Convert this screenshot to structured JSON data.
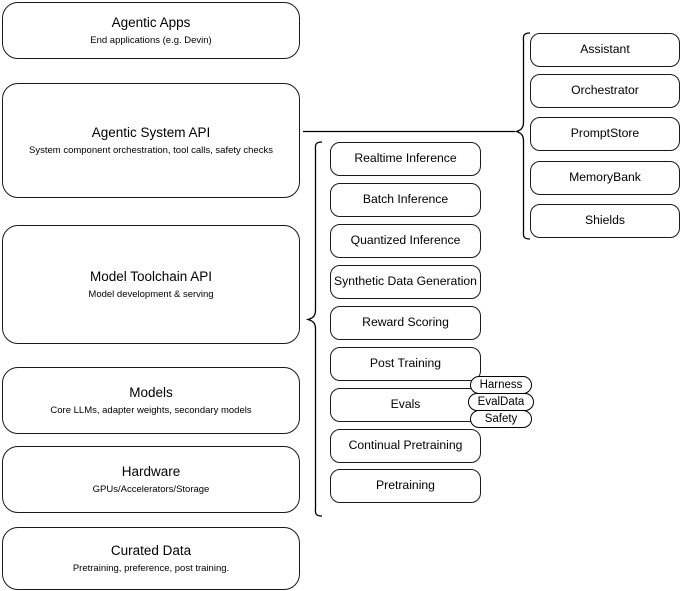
{
  "diagram": {
    "title": "Agentic stack layer diagram",
    "stroke_color": "#000000",
    "fill_color": "#ffffff"
  },
  "layers": [
    {
      "title": "Agentic Apps",
      "subtitle": "End applications (e.g. Devin)"
    },
    {
      "title": "Agentic System API",
      "subtitle": "System component orchestration, tool calls, safety checks"
    },
    {
      "title": "Model Toolchain API",
      "subtitle": "Model development & serving"
    },
    {
      "title": "Models",
      "subtitle": "Core LLMs, adapter weights, secondary models"
    },
    {
      "title": "Hardware",
      "subtitle": "GPUs/Accelerators/Storage"
    },
    {
      "title": "Curated Data",
      "subtitle": "Pretraining, preference, post training."
    }
  ],
  "toolchain_items": [
    {
      "label": "Realtime Inference"
    },
    {
      "label": "Batch Inference"
    },
    {
      "label": "Quantized Inference"
    },
    {
      "label": "Synthetic Data Generation"
    },
    {
      "label": "Reward Scoring"
    },
    {
      "label": "Post Training"
    },
    {
      "label": "Evals"
    },
    {
      "label": "Continual Pretraining"
    },
    {
      "label": "Pretraining"
    }
  ],
  "evals_badges": [
    {
      "label": "Harness"
    },
    {
      "label": "EvalData"
    },
    {
      "label": "Safety"
    }
  ],
  "system_items": [
    {
      "label": "Assistant"
    },
    {
      "label": "Orchestrator"
    },
    {
      "label": "PromptStore"
    },
    {
      "label": "MemoryBank"
    },
    {
      "label": "Shields"
    }
  ]
}
